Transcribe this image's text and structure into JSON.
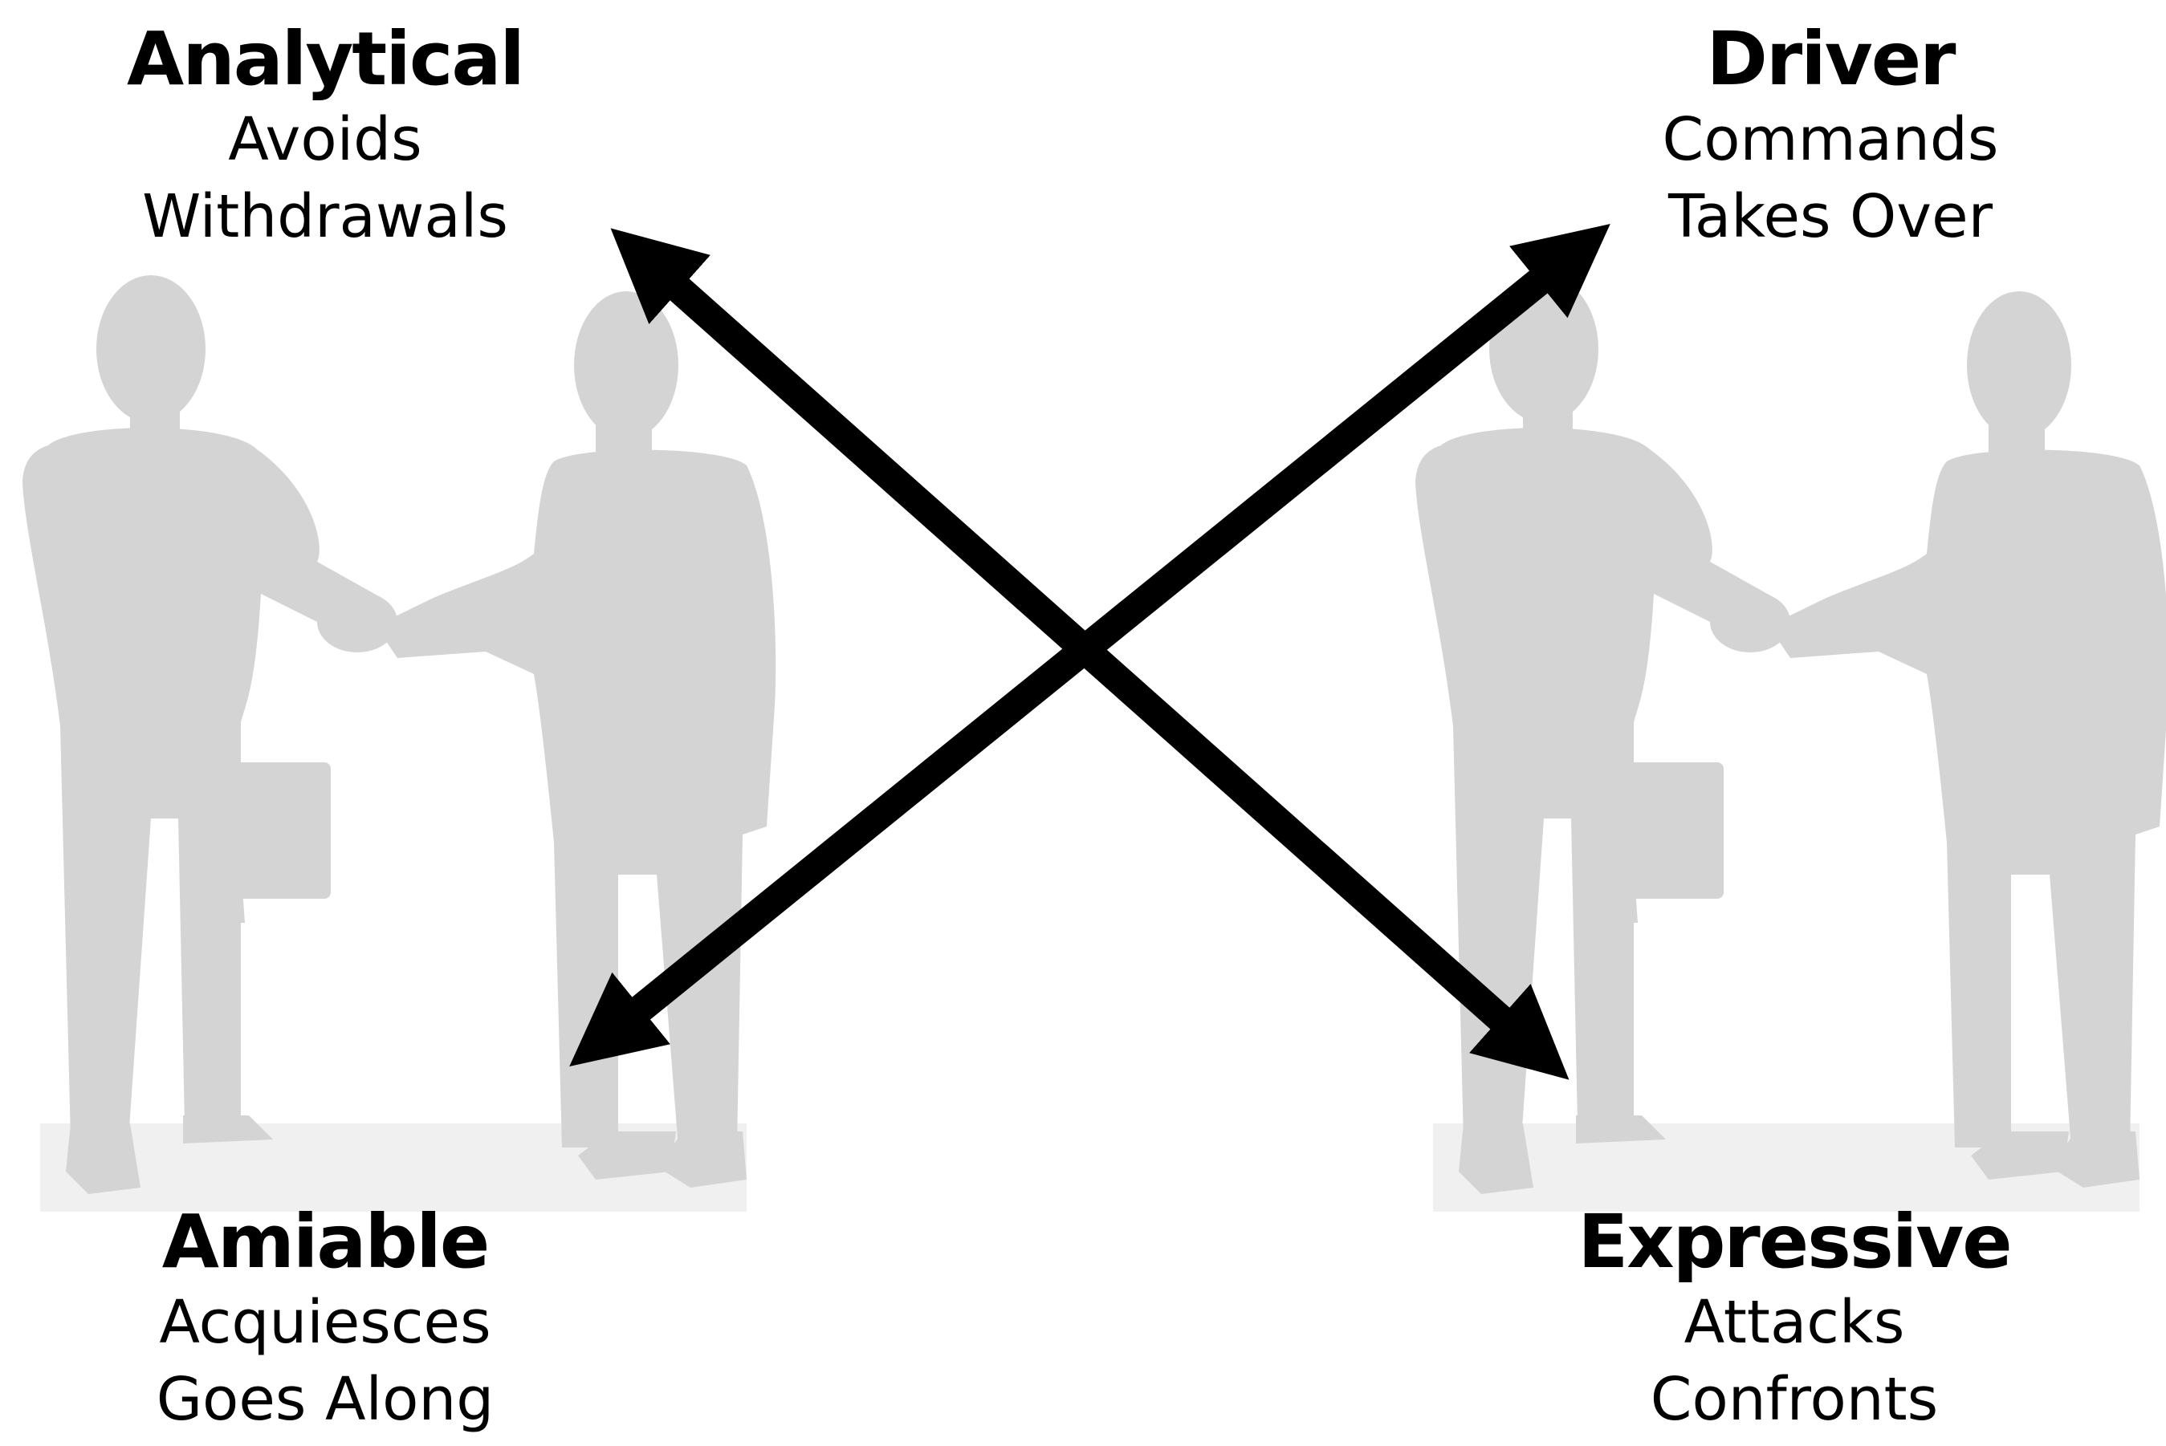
{
  "colors": {
    "background": "#ffffff",
    "silhouette": "#d4d4d4",
    "arrow": "#000000",
    "text": "#000000"
  },
  "styles": {
    "analytical": {
      "name": "Analytical",
      "line1": "Avoids",
      "line2": "Withdrawals"
    },
    "driver": {
      "name": "Driver",
      "line1": "Commands",
      "line2": "Takes Over"
    },
    "amiable": {
      "name": "Amiable",
      "line1": "Acquiesces",
      "line2": "Goes Along"
    },
    "expressive": {
      "name": "Expressive",
      "line1": "Attacks",
      "line2": "Confronts"
    }
  },
  "icons": [
    "handshake-silhouette",
    "double-headed-arrow"
  ]
}
